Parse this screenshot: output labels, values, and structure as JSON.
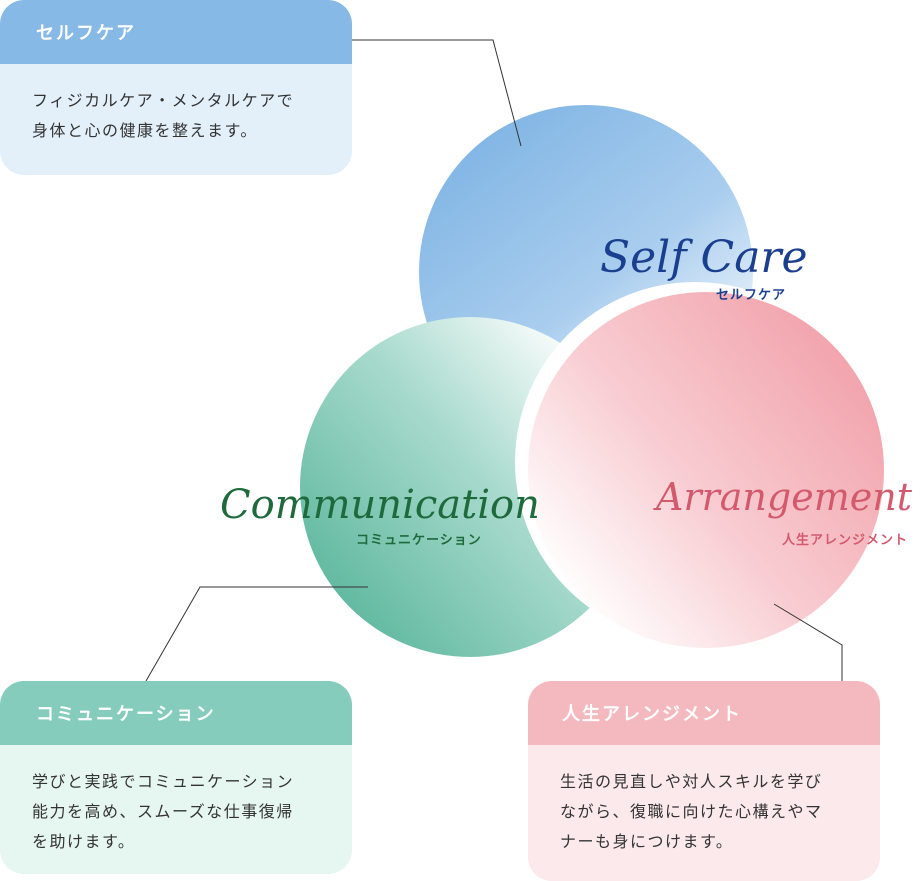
{
  "cards": {
    "self_care": {
      "title": "セルフケア",
      "lines": [
        "フィジカルケア・メンタルケアで",
        "身体と心の健康を整えます。"
      ]
    },
    "communication": {
      "title": "コミュニケーション",
      "lines": [
        "学びと実践でコミュニケーション",
        "能力を高め、スムーズな仕事復帰",
        "を助けます。"
      ]
    },
    "life_arrangement": {
      "title": "人生アレンジメント",
      "lines": [
        "生活の見直しや対人スキルを学び",
        "ながら、復職に向けた心構えやマ",
        "ナーも身につけます。"
      ]
    }
  },
  "circles": {
    "self_care": {
      "script": "Self Care",
      "label": "セルフケア"
    },
    "communication": {
      "script": "Communication",
      "label": "コミュニケーション"
    },
    "arrangement": {
      "script": "Arrangement",
      "label": "人生アレンジメント"
    }
  },
  "colors": {
    "blue": "#86b9e6",
    "green": "#86ccbc",
    "pink": "#f4b8bf",
    "script_blue": "#1b3f8f",
    "script_green": "#1f6a3c",
    "script_pink": "#d3596d"
  }
}
